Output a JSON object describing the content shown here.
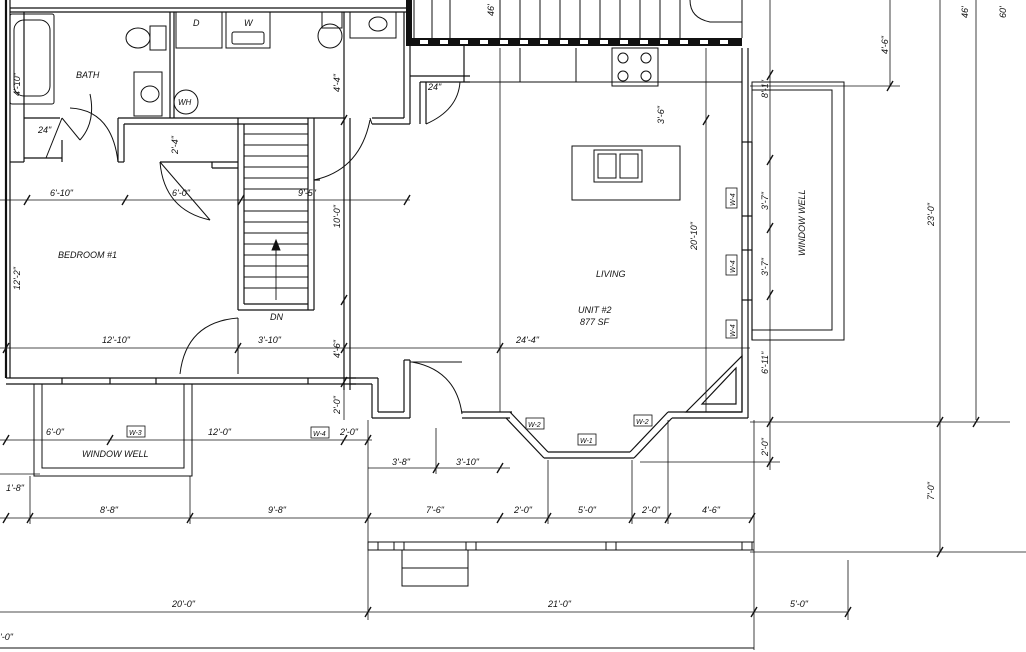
{
  "rooms": {
    "bath": "BATH",
    "bedroom": "BEDROOM #1",
    "living": "LIVING",
    "unit": "UNIT #2",
    "area": "877 SF",
    "stair": "DN",
    "window_well_bottom": "WINDOW WELL",
    "window_well_right": "WINDOW WELL"
  },
  "fixtures": {
    "dryer": "D",
    "washer": "W",
    "water_heater": "WH"
  },
  "window_tags": {
    "w3": "W-3",
    "w4_bottom": "W-4",
    "w4_right_1": "W-4",
    "w4_right_2": "W-4",
    "w4_right_3": "W-4",
    "w2_left": "W-2",
    "w1": "W-1",
    "w2_right": "W-2"
  },
  "dimensions": {
    "d_4_10": "4'-10\"",
    "d_24_bath": "24\"",
    "d_24_closet": "24\"",
    "d_2_4": "2'-4\"",
    "d_6_10": "6'-10\"",
    "d_6_0_hall": "6'-0\"",
    "d_9_5": "9'-5\"",
    "d_4_4": "4'-4\"",
    "d_10_0": "10'-0\"",
    "d_12_2": "12'-2\"",
    "d_12_10": "12'-10\"",
    "d_3_10_stair": "3'-10\"",
    "d_4_6_v": "4'-6\"",
    "d_2_0_v1": "2'-0\"",
    "d_6_0_well": "6'-0\"",
    "d_12_0": "12'-0\"",
    "d_2_0_h": "2'-0\"",
    "d_3_8": "3'-8\"",
    "d_3_10_entry": "3'-10\"",
    "d_1_8": "1'-8\"",
    "d_8_8": "8'-8\"",
    "d_9_8": "9'-8\"",
    "d_7_6": "7'-6\"",
    "d_2_0_a": "2'-0\"",
    "d_5_0_bay": "5'-0\"",
    "d_2_0_b": "2'-0\"",
    "d_4_6_h": "4'-6\"",
    "d_20_0": "20'-0\"",
    "d_21_0": "21'-0\"",
    "d_5_0_end": "5'-0\"",
    "d_partial_bottom": "'-0\"",
    "d_24_4": "24'-4\"",
    "d_20_10": "20'-10\"",
    "d_3_6": "3'-6\"",
    "d_3_7_a": "3'-7\"",
    "d_3_7_b": "3'-7\"",
    "d_6_11": "6'-11\"",
    "d_8_1": "8'-1\"",
    "d_2_0_v2": "2'-0\"",
    "d_23_0": "23'-0\"",
    "d_7_0": "7'-0\"",
    "d_4_6_top": "4'-6\"",
    "d_46": "46'",
    "d_46_top": "46'",
    "d_60": "60'"
  }
}
